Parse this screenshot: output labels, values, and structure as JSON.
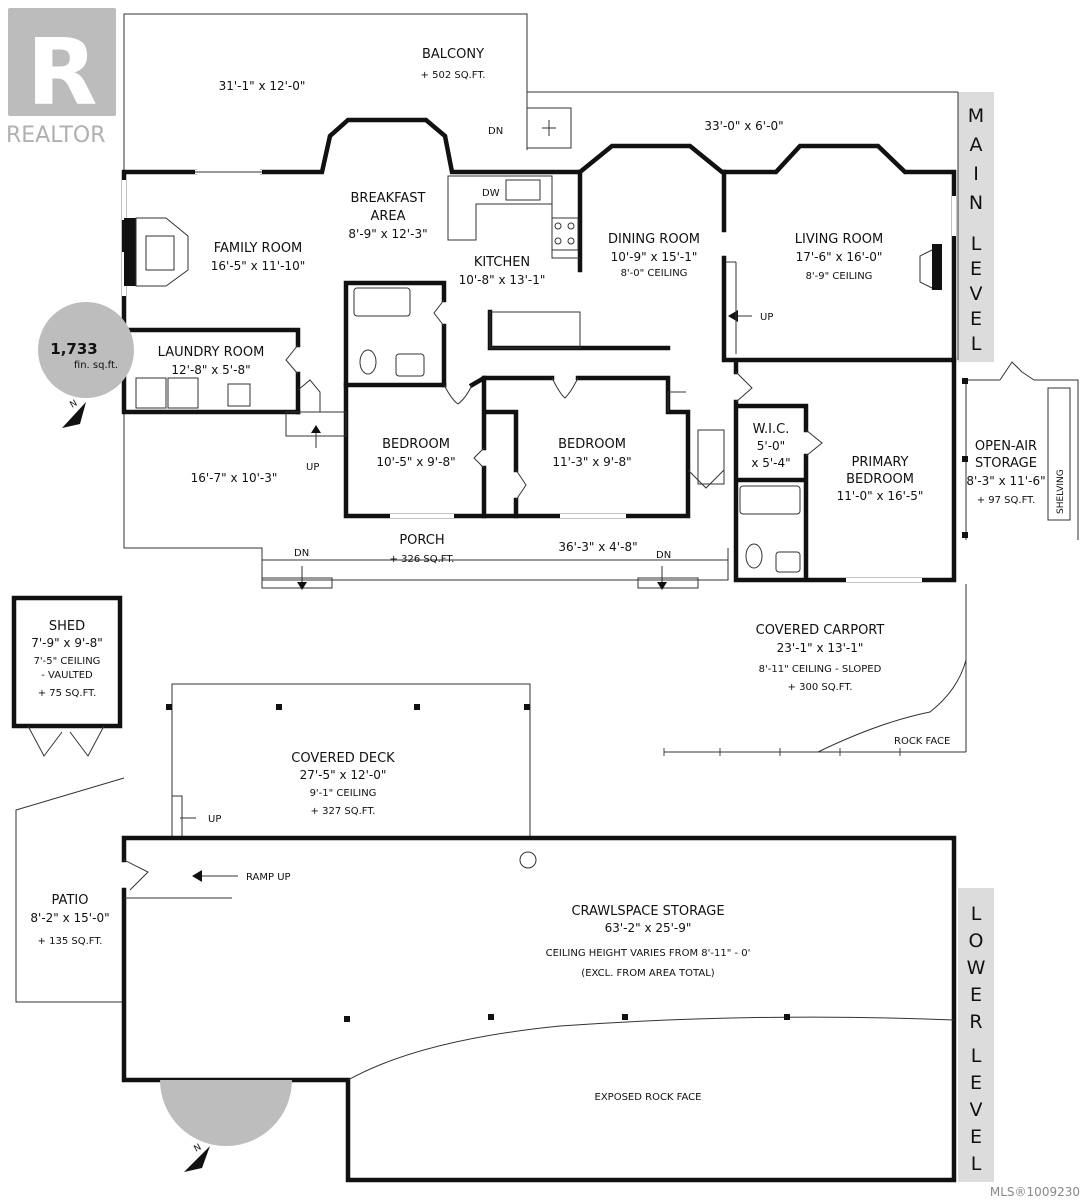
{
  "branding": {
    "logo_text": "REALTOR",
    "mls_number": "MLS®1009230"
  },
  "levels": {
    "main": [
      "M",
      "A",
      "I",
      "N",
      "L",
      "E",
      "V",
      "E",
      "L"
    ],
    "lower": [
      "L",
      "O",
      "W",
      "E",
      "R",
      "L",
      "E",
      "V",
      "E",
      "L"
    ]
  },
  "compass": {
    "north_label": "N"
  },
  "area_badge": {
    "value": "1,733",
    "unit": "fin. sq.ft."
  },
  "rooms": {
    "balcony": {
      "name": "BALCONY",
      "area": "+ 502 SQ.FT.",
      "dims": "31'-1\" x 12'-0\""
    },
    "balcony_east_dims": "33'-0\" x 6'-0\"",
    "breakfast": {
      "name1": "BREAKFAST",
      "name2": "AREA",
      "dims": "8'-9\" x 12'-3\""
    },
    "family": {
      "name": "FAMILY ROOM",
      "dims": "16'-5\" x 11'-10\""
    },
    "kitchen": {
      "name": "KITCHEN",
      "dims": "10'-8\" x 13'-1\"",
      "dw": "DW"
    },
    "dining": {
      "name": "DINING ROOM",
      "dims": "10'-9\" x 15'-1\"",
      "ceiling": "8'-0\" CEILING"
    },
    "living": {
      "name": "LIVING ROOM",
      "dims": "17'-6\" x 16'-0\"",
      "ceiling": "8'-9\" CEILING"
    },
    "laundry": {
      "name": "LAUNDRY ROOM",
      "dims": "12'-8\" x 5'-8\""
    },
    "bedroom1": {
      "name": "BEDROOM",
      "dims": "10'-5\" x 9'-8\""
    },
    "bedroom2": {
      "name": "BEDROOM",
      "dims": "11'-3\" x 9'-8\""
    },
    "wic": {
      "name": "W.I.C.",
      "dims1": "5'-0\"",
      "dims2": "x 5'-4\""
    },
    "primary": {
      "name1": "PRIMARY",
      "name2": "BEDROOM",
      "dims": "11'-0\" x 16'-5\""
    },
    "open_air": {
      "name1": "OPEN-AIR",
      "name2": "STORAGE",
      "dims": "8'-3\" x 11'-6\"",
      "area": "+ 97 SQ.FT.",
      "shelving": "SHELVING"
    },
    "entry_dims": "16'-7\" x 10'-3\"",
    "porch": {
      "name": "PORCH",
      "area": "+ 326 SQ.FT.",
      "dims": "36'-3\" x 4'-8\""
    },
    "shed": {
      "name": "SHED",
      "dims": "7'-9\" x 9'-8\"",
      "ceiling1": "7'-5\" CEILING",
      "ceiling2": "- VAULTED",
      "area": "+ 75 SQ.FT."
    },
    "carport": {
      "name": "COVERED CARPORT",
      "dims": "23'-1\" x 13'-1\"",
      "ceiling": "8'-11\" CEILING - SLOPED",
      "area": "+ 300 SQ.FT.",
      "rock": "ROCK FACE"
    },
    "deck": {
      "name": "COVERED DECK",
      "dims": "27'-5\" x 12'-0\"",
      "ceiling": "9'-1\" CEILING",
      "area": "+ 327 SQ.FT."
    },
    "patio": {
      "name": "PATIO",
      "dims": "8'-2\" x 15'-0\"",
      "area": "+ 135 SQ.FT."
    },
    "crawl": {
      "name": "CRAWLSPACE STORAGE",
      "dims": "63'-2\" x 25'-9\"",
      "note1": "CEILING HEIGHT VARIES FROM 8'-11\" - 0'",
      "note2": "(EXCL. FROM AREA TOTAL)",
      "ramp": "RAMP UP",
      "rock": "EXPOSED ROCK FACE"
    }
  },
  "stairs": {
    "dn": "DN",
    "up": "UP"
  }
}
